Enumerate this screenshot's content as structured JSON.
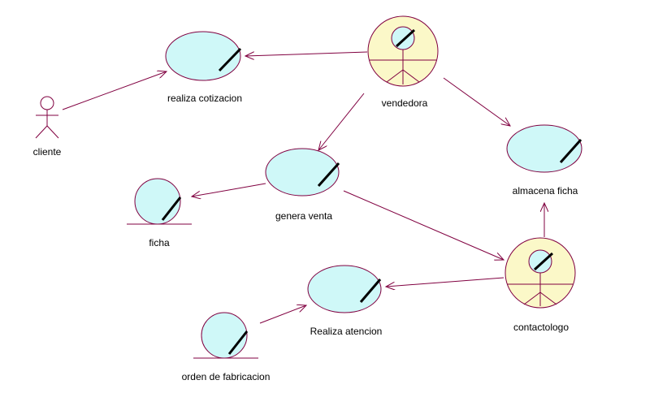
{
  "colors": {
    "usecase_fill": "#cff8f8",
    "worker_fill": "#fbf8c8",
    "stroke": "#800040",
    "edge": "#800040",
    "text": "#000000"
  },
  "nodes": {
    "cliente": {
      "label": "cliente",
      "kind": "actor",
      "icon": "stick-figure-actor-icon"
    },
    "realiza_cotizacion": {
      "label": "realiza cotizacion",
      "kind": "use-case",
      "icon": "business-use-case-icon"
    },
    "vendedora": {
      "label": "vendedora",
      "kind": "business-worker",
      "icon": "business-worker-icon"
    },
    "almacena_ficha": {
      "label": "almacena ficha",
      "kind": "use-case",
      "icon": "business-use-case-icon"
    },
    "genera_venta": {
      "label": "genera venta",
      "kind": "use-case",
      "icon": "business-use-case-icon"
    },
    "ficha": {
      "label": "ficha",
      "kind": "business-entity",
      "icon": "business-entity-icon"
    },
    "contactologo": {
      "label": "contactologo",
      "kind": "business-worker",
      "icon": "business-worker-icon"
    },
    "realiza_atencion": {
      "label": "Realiza atencion",
      "kind": "use-case",
      "icon": "business-use-case-icon"
    },
    "orden_fabricacion": {
      "label": "orden de fabricacion",
      "kind": "business-entity",
      "icon": "business-entity-icon"
    }
  },
  "edges": [
    {
      "from": "cliente",
      "to": "realiza_cotizacion"
    },
    {
      "from": "vendedora",
      "to": "realiza_cotizacion"
    },
    {
      "from": "vendedora",
      "to": "genera_venta"
    },
    {
      "from": "vendedora",
      "to": "almacena_ficha"
    },
    {
      "from": "genera_venta",
      "to": "ficha"
    },
    {
      "from": "genera_venta",
      "to": "contactologo"
    },
    {
      "from": "contactologo",
      "to": "almacena_ficha"
    },
    {
      "from": "contactologo",
      "to": "realiza_atencion"
    },
    {
      "from": "orden_fabricacion",
      "to": "realiza_atencion"
    }
  ]
}
